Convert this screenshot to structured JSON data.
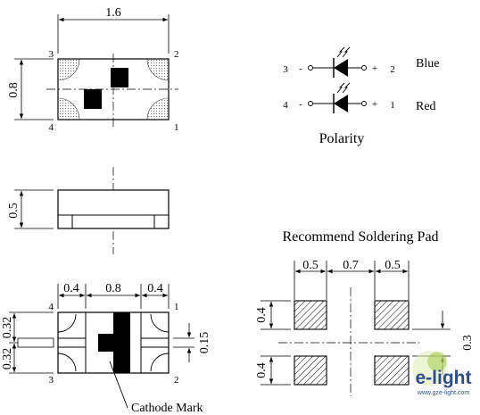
{
  "top_view": {
    "width_dim": "1.6",
    "height_dim": "0.8",
    "pins": {
      "p3": "3",
      "p2": "2",
      "p4": "4",
      "p1": "1"
    }
  },
  "side_view": {
    "height_dim": "0.5"
  },
  "bottom_view": {
    "pad_widths": [
      "0.4",
      "0.8",
      "0.4"
    ],
    "pad_heights": [
      "0.32",
      "0.32"
    ],
    "gap_dim": "0.15",
    "pins": {
      "p4": "4",
      "p1": "1",
      "p3": "3",
      "p2": "2"
    },
    "cathode_label": "Cathode Mark"
  },
  "polarity": {
    "title": "Polarity",
    "rows": [
      {
        "left_pin": "3",
        "left_sign": "-",
        "right_sign": "+",
        "right_pin": "2",
        "color": "Blue"
      },
      {
        "left_pin": "4",
        "left_sign": "-",
        "right_sign": "+",
        "right_pin": "1",
        "color": "Red"
      }
    ]
  },
  "solder_pad": {
    "title": "Recommend Soldering Pad",
    "widths": [
      "0.5",
      "0.7",
      "0.5"
    ],
    "pad_height_top": "0.4",
    "pad_height_bottom": "0.4",
    "gap": "0.3"
  },
  "watermark": {
    "brand": "e-light",
    "url": "www.gze-light.com"
  }
}
